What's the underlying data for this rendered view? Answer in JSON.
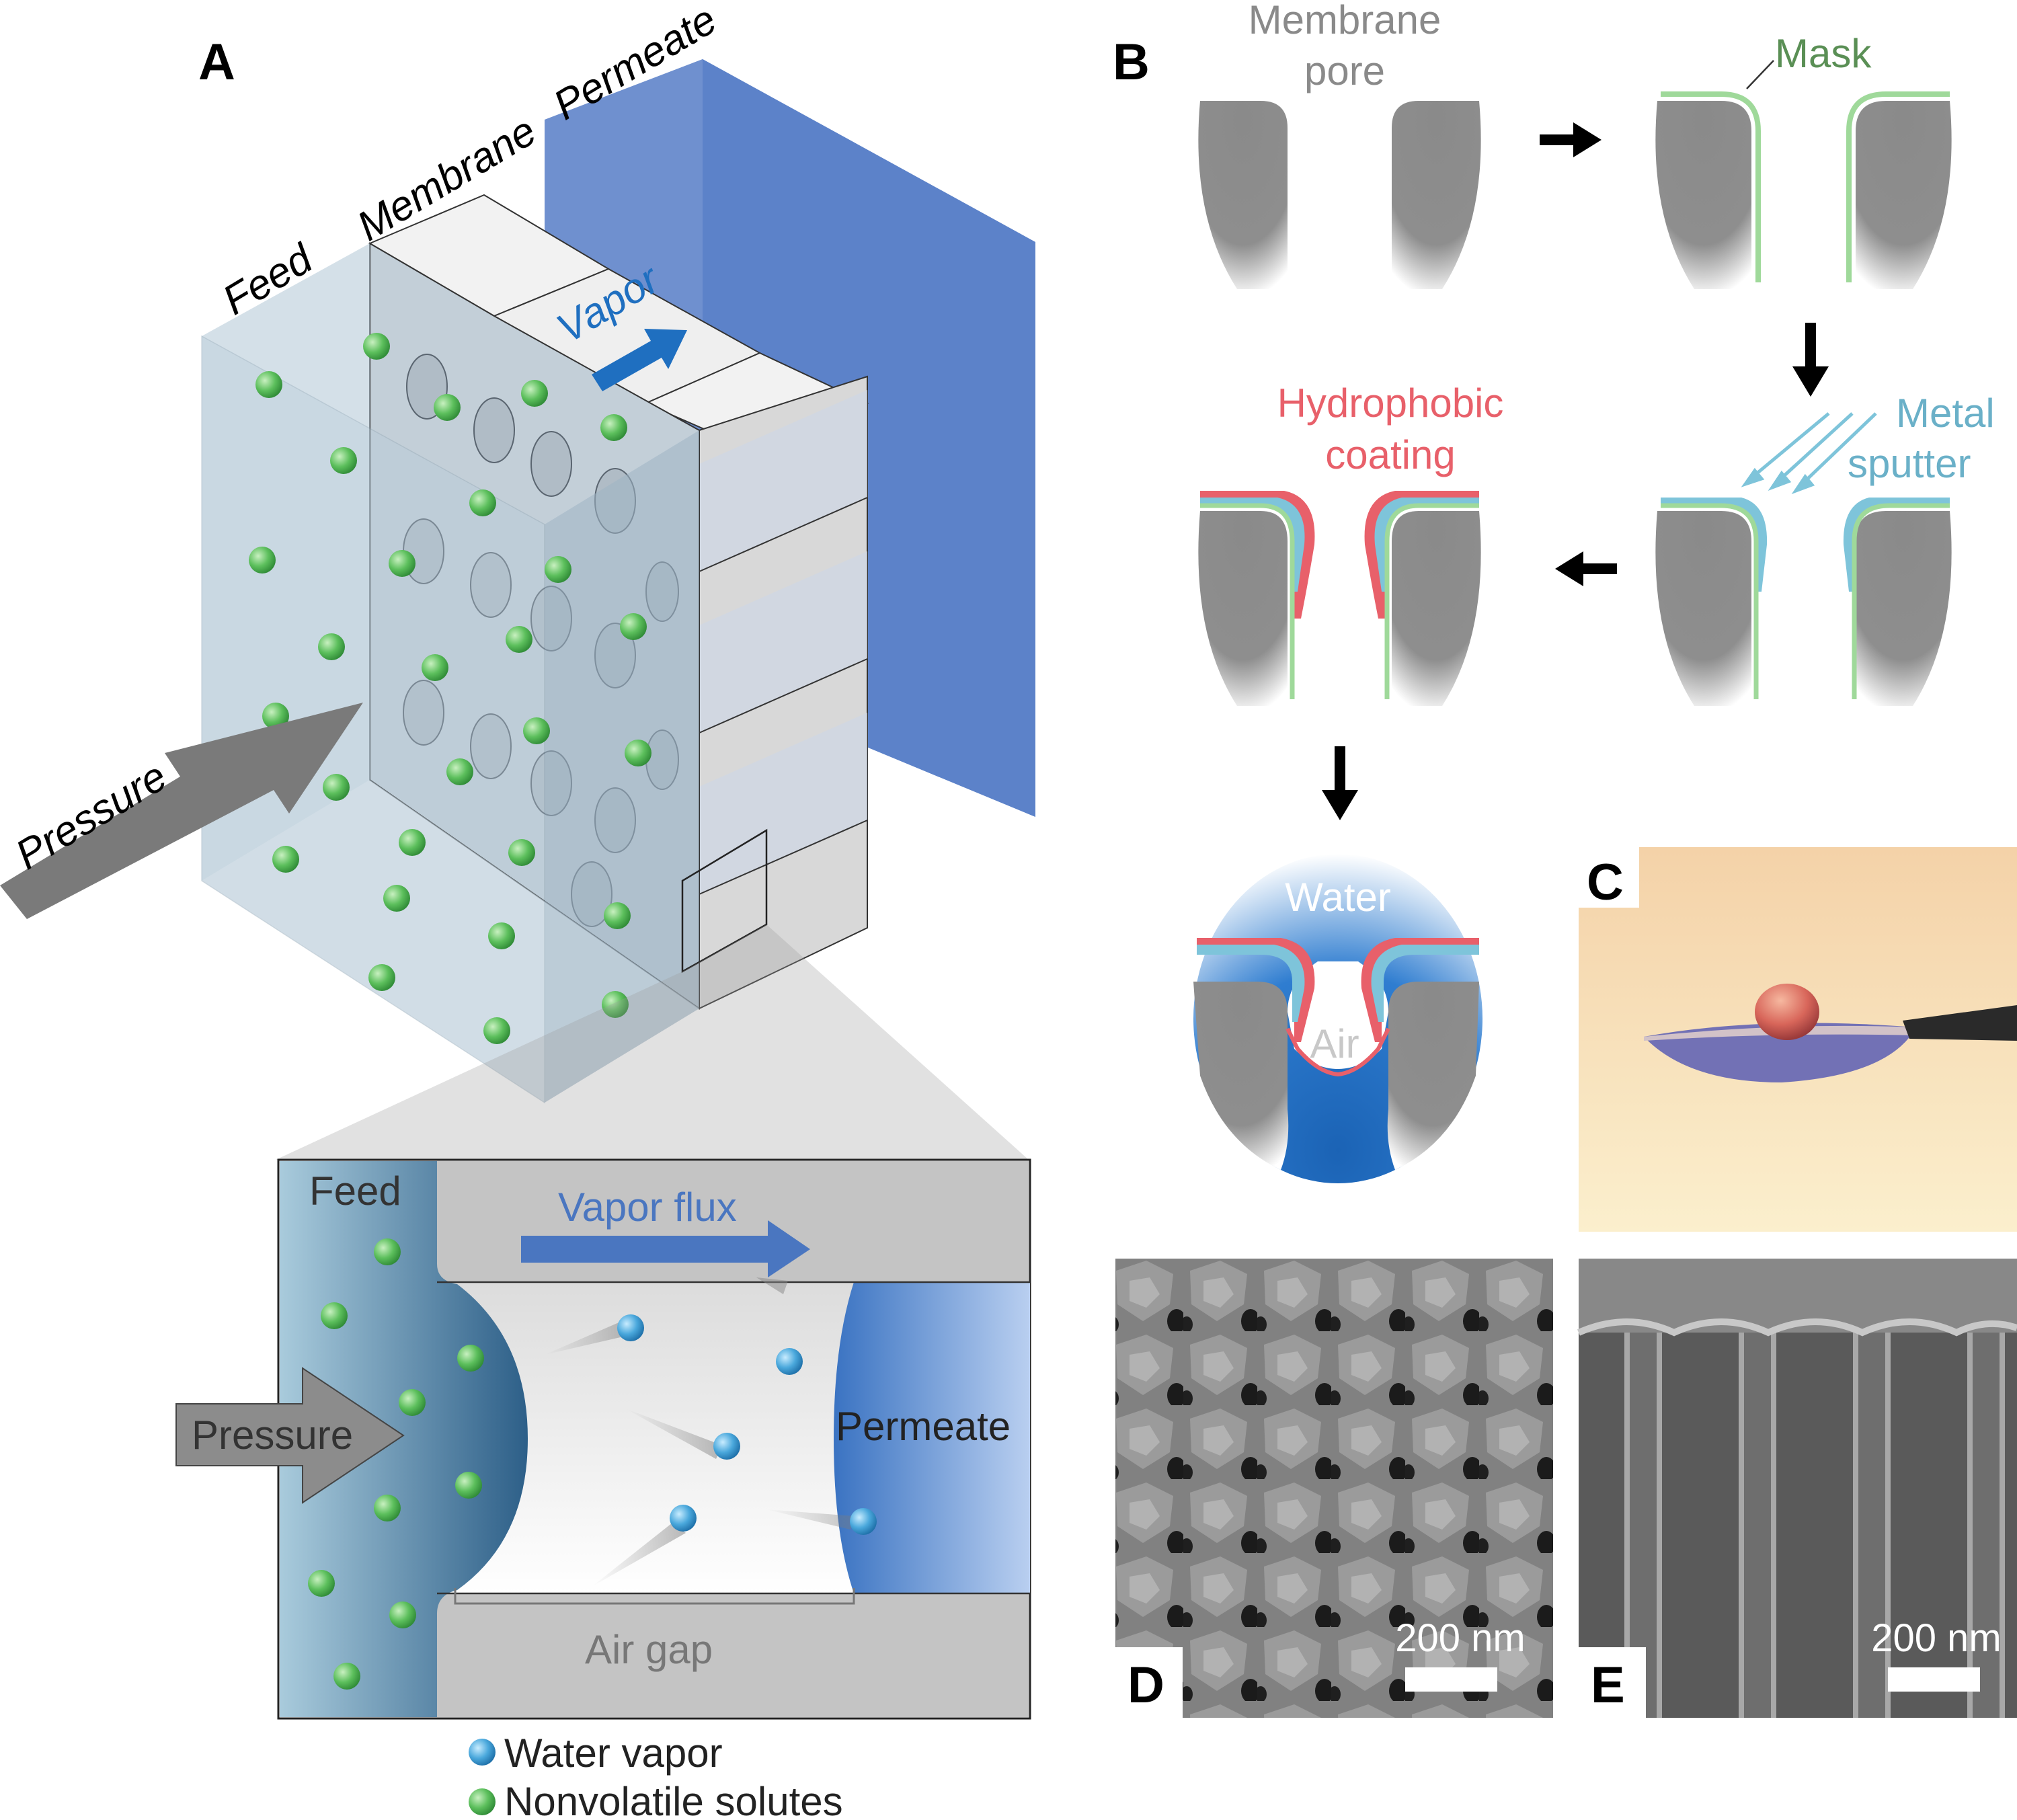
{
  "panel_a": {
    "letter": "A",
    "labels": {
      "feed": "Feed",
      "membrane": "Membrane",
      "permeate": "Permeate",
      "vapor": "Vapor",
      "pressure": "Pressure"
    },
    "inset": {
      "feed": "Feed",
      "vapor_flux": "Vapor flux",
      "pressure": "Pressure",
      "permeate": "Permeate",
      "air_gap": "Air gap"
    },
    "legend": [
      {
        "label": "Water vapor",
        "color": "#4aa8dc"
      },
      {
        "label": "Nonvolatile solutes",
        "color": "#5cbf5c"
      }
    ]
  },
  "panel_b": {
    "letter": "B",
    "labels": {
      "membrane_pore": [
        "Membrane",
        "pore"
      ],
      "mask": "Mask",
      "metal_sputter": [
        "Metal",
        "sputter"
      ],
      "hydrophobic_coating": [
        "Hydrophobic",
        "coating"
      ],
      "water": "Water",
      "air": "Air"
    },
    "colors": {
      "mask": "#9fd99a",
      "metal": "#7ec4da",
      "coating": "#e8606a",
      "water": "#1f6fc0"
    }
  },
  "panel_c": {
    "letter": "C"
  },
  "panel_d": {
    "letter": "D",
    "scale_bar": "200 nm"
  },
  "panel_e": {
    "letter": "E",
    "scale_bar": "200 nm"
  }
}
